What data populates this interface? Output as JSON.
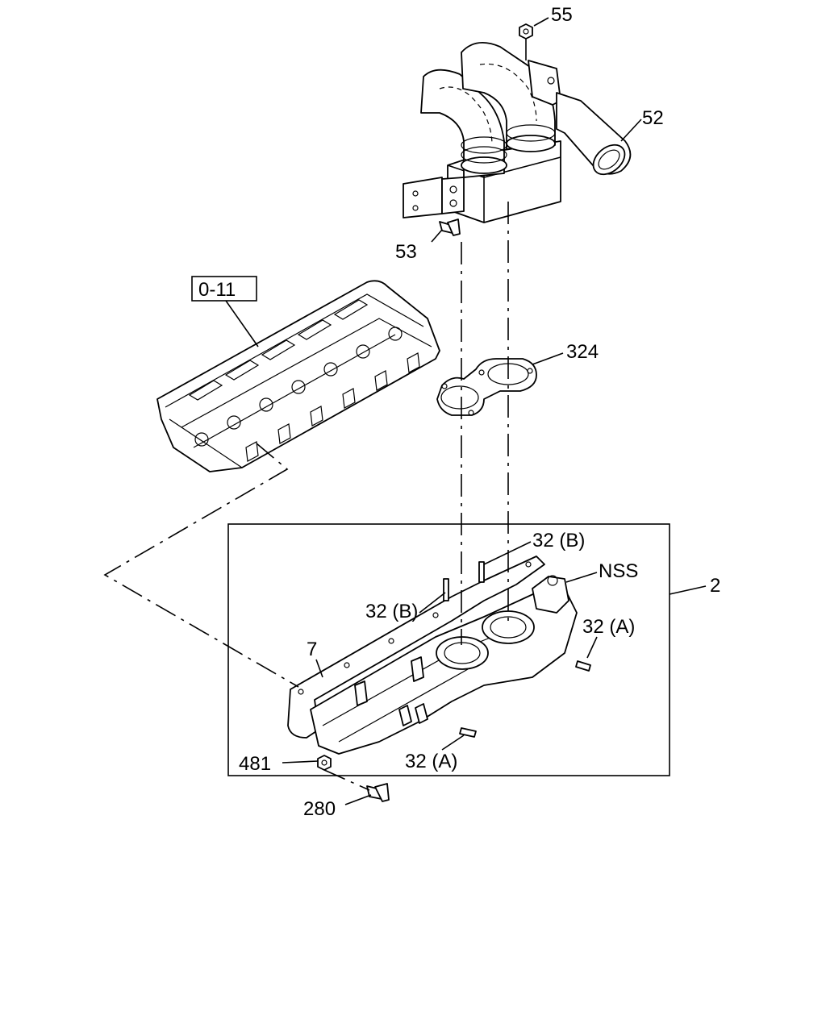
{
  "callouts": {
    "p55": "55",
    "p52": "52",
    "p53": "53",
    "ref_box": "0-11",
    "p324": "324",
    "p32b_top": "32 (B)",
    "pNSS": "NSS",
    "p2": "2",
    "p32b_left": "32 (B)",
    "p32a_right": "32 (A)",
    "p7": "7",
    "p481": "481",
    "p32a_bottom": "32 (A)",
    "p280": "280"
  }
}
